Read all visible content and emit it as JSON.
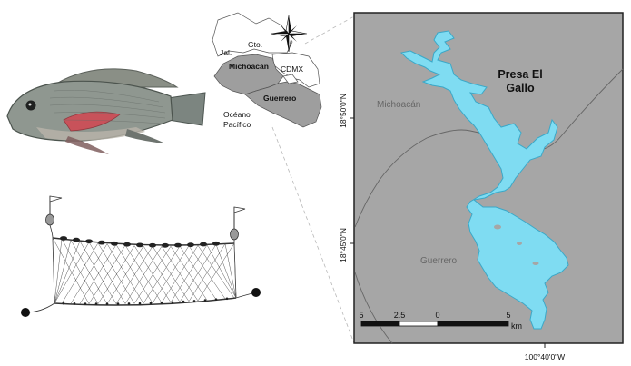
{
  "inset_map": {
    "labels": {
      "jal": "Jal.",
      "gto": "Gto.",
      "michoacan": "Michoacán",
      "cdmx": "CDMX",
      "guerrero": "Guerrero",
      "ocean_line1": "Océano",
      "ocean_line2": "Pacífico"
    },
    "colors": {
      "highlight_states": "#9e9e9e",
      "other_states": "#ffffff",
      "state_border": "#555555"
    }
  },
  "main_map": {
    "title_line1": "Presa El",
    "title_line2": "Gallo",
    "region_michoacan": "Michoacán",
    "region_guerrero": "Guerrero",
    "lat_labels": [
      "18°50'0\"N",
      "18°45'0\"N"
    ],
    "lon_label": "100°40'0\"W",
    "scale_bar": {
      "labels": [
        "5",
        "2.5",
        "0",
        "5"
      ],
      "unit": "km"
    },
    "colors": {
      "land": "#a6a6a6",
      "water": "#7fdcf2",
      "water_edge": "#3aa8c8",
      "border_line": "#666666",
      "region_text": "#666666"
    }
  },
  "illustrations": {
    "fish_icon": "tilapia-fish",
    "net_icon": "gillnet"
  }
}
